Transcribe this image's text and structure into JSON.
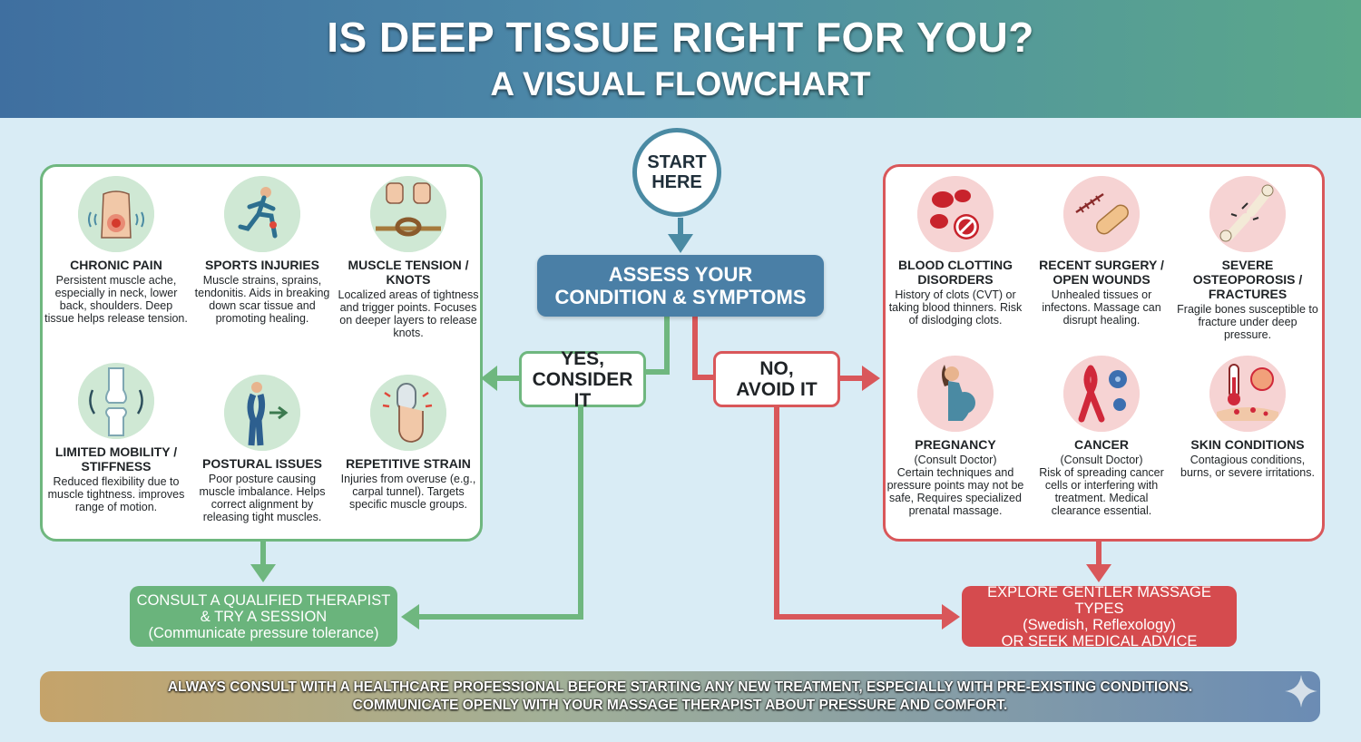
{
  "header": {
    "title": "IS DEEP TISSUE RIGHT FOR YOU?",
    "subtitle": "A VISUAL FLOWCHART"
  },
  "start": {
    "line1": "START",
    "line2": "HERE"
  },
  "assess": {
    "line1": "ASSESS YOUR",
    "line2": "CONDITION & SYMPTOMS"
  },
  "yes": {
    "line1": "YES,",
    "line2": "CONSIDER IT"
  },
  "no": {
    "line1": "NO,",
    "line2": "AVOID IT"
  },
  "good": [
    {
      "icon": "back-pain-icon",
      "title": "CHRONIC PAIN",
      "desc": "Persistent muscle ache, especially in neck, lower back, shoulders. Deep tissue helps release tension."
    },
    {
      "icon": "runner-injury-icon",
      "title": "SPORTS INJURIES",
      "desc": "Muscle strains, sprains, tendonitis. Aids in breaking down scar tissue and promoting healing."
    },
    {
      "icon": "knotted-rope-fists-icon",
      "title": "MUSCLE TENSION / KNOTS",
      "desc": "Localized areas of tightness and trigger points. Focuses on deeper layers to release knots."
    },
    {
      "icon": "knee-joint-icon",
      "title": "LIMITED MOBILITY / STIFFNESS",
      "desc": "Reduced flexibility due to muscle tightness. improves range of motion."
    },
    {
      "icon": "posture-icon",
      "title": "POSTURAL ISSUES",
      "desc": "Poor posture causing muscle imbalance. Helps correct alignment by releasing tight muscles."
    },
    {
      "icon": "hand-mouse-icon",
      "title": "REPETITIVE STRAIN",
      "desc": "Injuries from overuse (e.g., carpal tunnel). Targets specific muscle groups."
    }
  ],
  "bad": [
    {
      "icon": "blood-cells-icon",
      "title": "BLOOD CLOTTING DISORDERS",
      "desc": "History of clots (CVT) or taking blood thinners. Risk of dislodging clots."
    },
    {
      "icon": "bandage-icon",
      "title": "RECENT SURGERY / OPEN WOUNDS",
      "desc": "Unhealed tissues or infectons. Massage can disrupt healing."
    },
    {
      "icon": "broken-bone-icon",
      "title": "SEVERE OSTEOPOROSIS / FRACTURES",
      "desc": "Fragile bones susceptible to fracture under deep pressure."
    },
    {
      "icon": "pregnant-woman-icon",
      "title": "PREGNANCY",
      "subtitle": "(Consult Doctor)",
      "desc": "Certain techniques and pressure points may not be safe, Requires specialized prenatal massage."
    },
    {
      "icon": "cancer-ribbon-icon",
      "title": "CANCER",
      "subtitle": "(Consult Doctor)",
      "desc": "Risk of spreading cancer cells or interfering with treatment. Medical clearance essential."
    },
    {
      "icon": "skin-thermometer-icon",
      "title": "SKIN CONDITIONS",
      "desc": "Contagious conditions, burns, or severe irritations."
    }
  ],
  "outcome_yes": {
    "line1": "CONSULT A QUALIFIED THERAPIST",
    "line2": "& TRY A SESSION",
    "line3": "(Communicate pressure tolerance)"
  },
  "outcome_no": {
    "line1": "EXPLORE GENTLER MASSAGE TYPES",
    "line2": "(Swedish, Reflexology)",
    "line3": "OR SEEK MEDICAL ADVICE"
  },
  "footer": {
    "line1": "ALWAYS CONSULT WITH A HEALTHCARE PROFESSIONAL BEFORE STARTING ANY NEW TREATMENT, ESPECIALLY WITH PRE-EXISTING CONDITIONS.",
    "line2": "COMMUNICATE OPENLY WITH YOUR MASSAGE THERAPIST ABOUT PRESSURE AND COMFORT."
  },
  "colors": {
    "yes_green": "#6fb77f",
    "no_red": "#d9575a",
    "assess_blue": "#4a7fa6"
  }
}
